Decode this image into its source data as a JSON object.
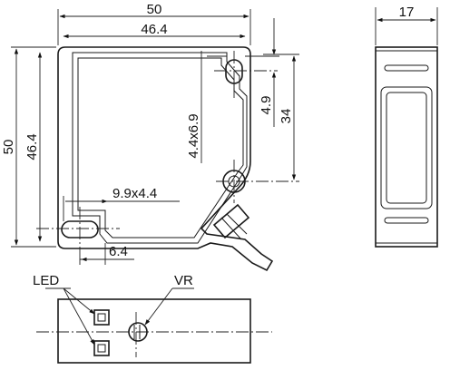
{
  "dimensions": {
    "top_width": "50",
    "top_inner_width": "46.4",
    "side_width": "17",
    "left_height": "50",
    "left_inner_height": "46.4",
    "slot_top": "4.4x6.9",
    "offset_right_small": "4.9",
    "offset_right_large": "34",
    "slot_bottom": "9.9x4.4",
    "bottom_offset": "6.4"
  },
  "labels": {
    "led": "LED",
    "vr": "VR"
  }
}
